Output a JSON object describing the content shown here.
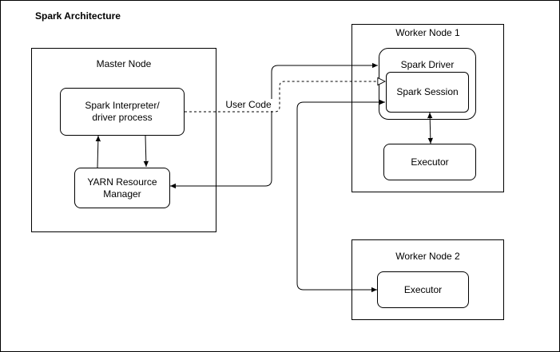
{
  "diagram": {
    "title": "Spark Architecture",
    "master_node": {
      "label": "Master Node",
      "interpreter_line1": "Spark Interpreter/",
      "interpreter_line2": "driver process",
      "yarn_line1": "YARN Resource",
      "yarn_line2": "Manager"
    },
    "worker_node_1": {
      "label": "Worker Node 1",
      "driver_label": "Spark Driver",
      "session_label": "Spark Session",
      "executor_label": "Executor"
    },
    "worker_node_2": {
      "label": "Worker Node 2",
      "executor_label": "Executor"
    },
    "edge_label": "User Code"
  }
}
